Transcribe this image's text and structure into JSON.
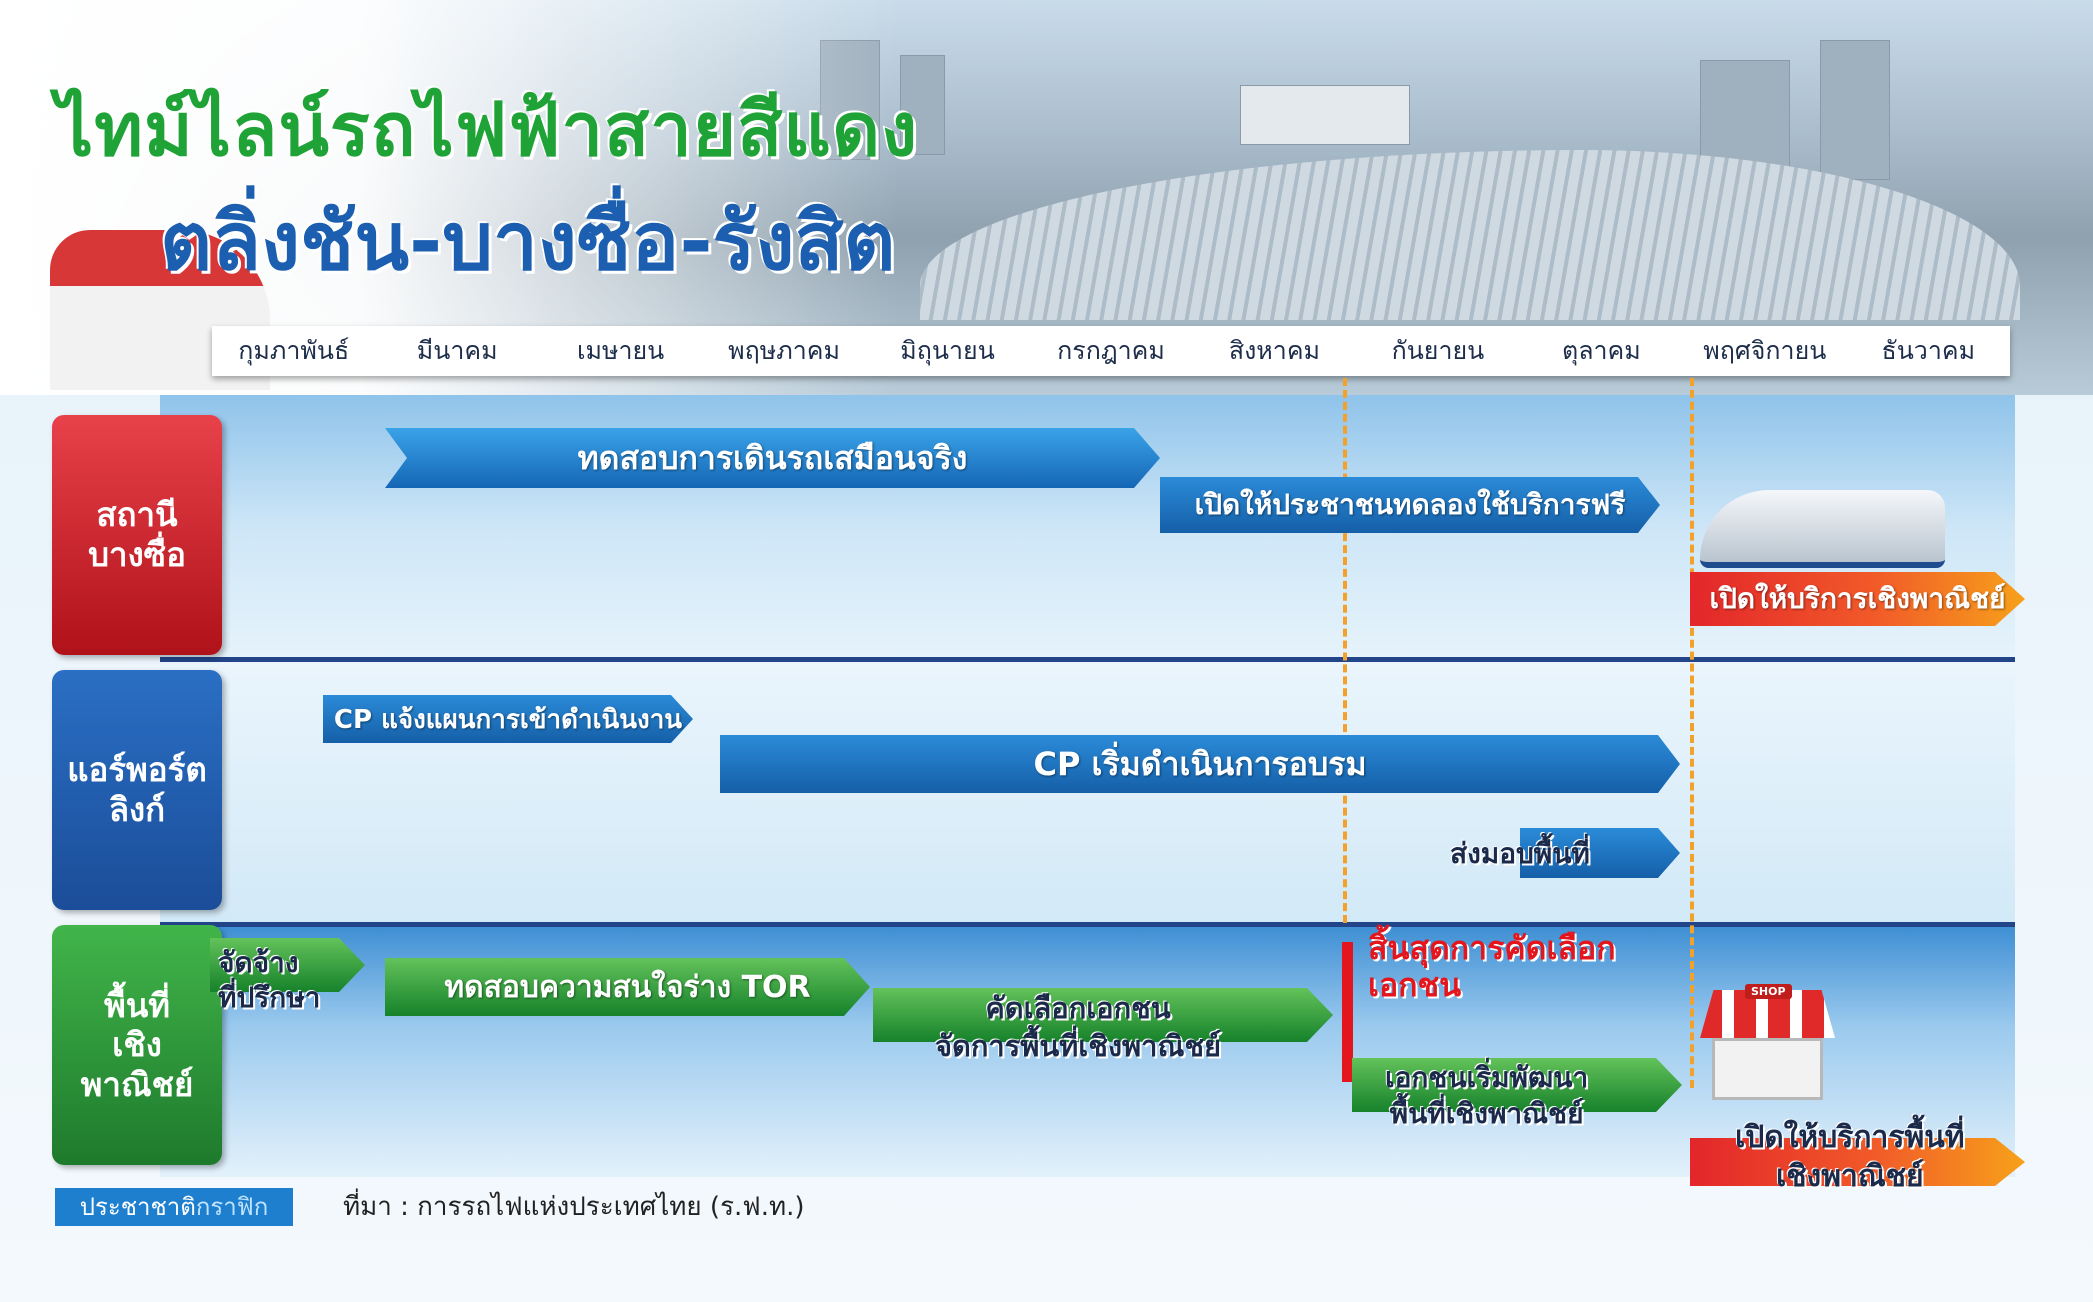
{
  "title": {
    "line1": "ไทม์ไลน์รถไฟฟ้าสายสีแดง",
    "line2": "ตลิ่งชัน-บางซื่อ-รังสิต"
  },
  "months": [
    "กุมภาพันธ์",
    "มีนาคม",
    "เมษายน",
    "พฤษภาคม",
    "มิถุนายน",
    "กรกฎาคม",
    "สิงหาคม",
    "กันยายน",
    "ตุลาคม",
    "พฤศจิกายน",
    "ธันวาคม"
  ],
  "lanes": {
    "station": {
      "label_line1": "สถานี",
      "label_line2": "บางซื่อ",
      "items": [
        "ทดสอบการเดินรถเสมือนจริง",
        "เปิดให้ประชาชนทดลองใช้บริการฟรี",
        "เปิดให้บริการเชิงพาณิชย์"
      ]
    },
    "airport_link": {
      "label_line1": "แอร์พอร์ต",
      "label_line2": "ลิงก์",
      "items": [
        "CP แจ้งแผนการเข้าดำเนินงาน",
        "CP เริ่มดำเนินการอบรม",
        "ส่งมอบพื้นที่"
      ]
    },
    "commercial": {
      "label_line1": "พื้นที่",
      "label_line2": "เชิง",
      "label_line3": "พาณิชย์",
      "items": {
        "hire_line1": "จัดจ้าง",
        "hire_line2": "ที่ปรึกษา",
        "tor": "ทดสอบความสนใจร่าง TOR",
        "select_line1": "คัดเลือกเอกชน",
        "select_line2": "จัดการพื้นที่เชิงพาณิชย์",
        "end_select_line1": "สิ้นสุดการคัดเลือก",
        "end_select_line2": "เอกชน",
        "develop_line1": "เอกชนเริ่มพัฒนา",
        "develop_line2": "พื้นที่เชิงพาณิชย์",
        "open_line1": "เปิดให้บริการพื้นที่",
        "open_line2": "เชิงพาณิชย์"
      },
      "shop_sign": "SHOP"
    }
  },
  "footer": {
    "badge_part1": "ประชาชาติ",
    "badge_part2": "กราฟิก",
    "source": "ที่มา : การรถไฟแห่งประเทศไทย (ร.ฟ.ท.)"
  },
  "colors": {
    "title_green": "#1fa337",
    "title_blue": "#1c5fb0",
    "station_red": "#d0202a",
    "airport_blue": "#1f5fb0",
    "commercial_green": "#2e9a3a",
    "milestone_orange": "#f2a12a",
    "deadline_red": "#e3161d"
  },
  "icons": [
    "red-line-train-icon",
    "bullet-train-icon",
    "shop-icon"
  ]
}
